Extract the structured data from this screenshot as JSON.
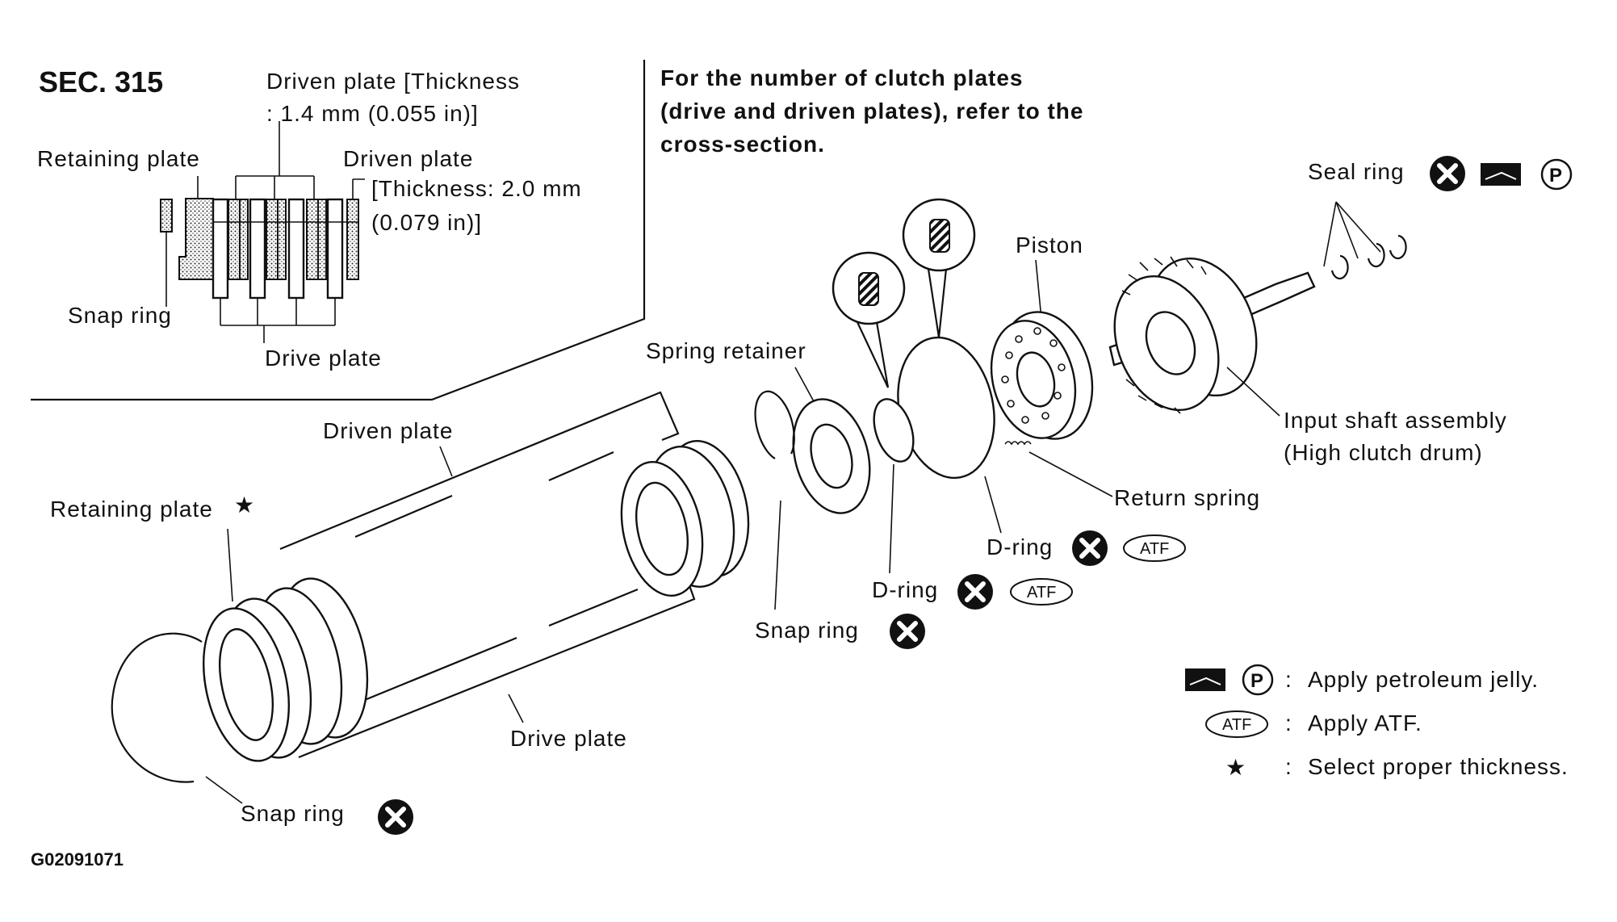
{
  "section": "SEC. 315",
  "note": [
    "For the number of clutch plates",
    "(drive and driven plates), refer to the",
    "cross-section."
  ],
  "cross_section": {
    "driven_plate_thin": [
      "Driven plate [Thickness",
      ": 1.4 mm (0.055 in)]"
    ],
    "driven_plate_thick": [
      "Driven plate",
      "[Thickness: 2.0 mm",
      "(0.079 in)]"
    ],
    "retaining_plate": "Retaining plate",
    "snap_ring": "Snap ring",
    "drive_plate": "Drive plate"
  },
  "parts": {
    "seal_ring": "Seal ring",
    "piston": "Piston",
    "spring_retainer": "Spring retainer",
    "input_shaft": [
      "Input shaft assembly",
      "(High clutch drum)"
    ],
    "return_spring": "Return spring",
    "d_ring_outer": "D-ring",
    "d_ring_inner": "D-ring",
    "snap_ring_mid": "Snap ring",
    "driven_plate": "Driven plate",
    "retaining_plate": "Retaining plate",
    "drive_plate": "Drive plate",
    "snap_ring_front": "Snap ring"
  },
  "symbols": {
    "atf": "ATF",
    "p": "P",
    "star": "★"
  },
  "legend": [
    {
      "symbol": "petroleum-jelly",
      "text": "Apply petroleum jelly."
    },
    {
      "symbol": "atf",
      "text": "Apply ATF."
    },
    {
      "symbol": "star",
      "text": "Select proper thickness."
    }
  ],
  "legend_colon": ":",
  "figure_code": "G02091071"
}
